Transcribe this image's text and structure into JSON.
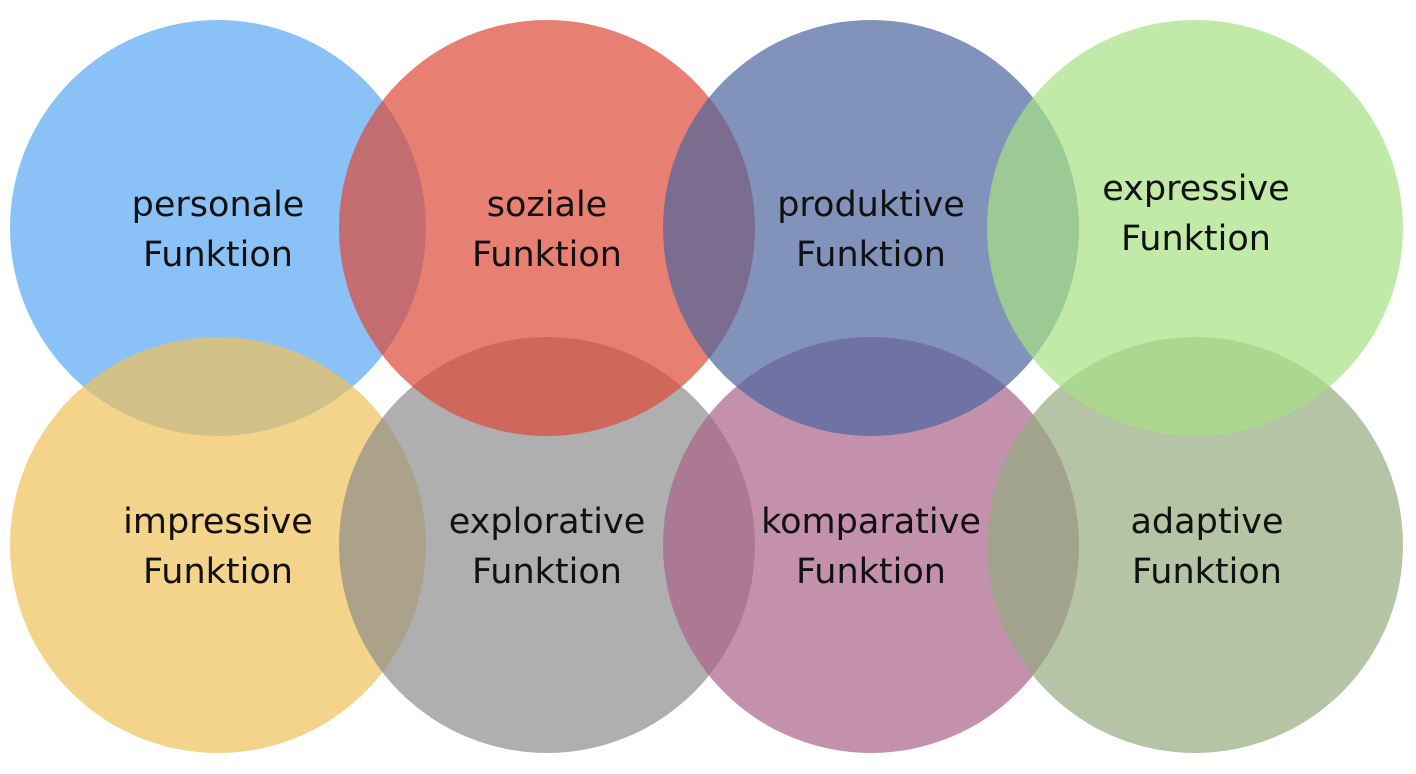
{
  "functions": [
    {
      "line1": "personale",
      "line2": "Funktion",
      "color": "#58A8F5"
    },
    {
      "line1": "soziale",
      "line2": "Funktion",
      "color": "#DD4836"
    },
    {
      "line1": "produktive",
      "line2": "Funktion",
      "color": "#4C659C"
    },
    {
      "line1": "expressive",
      "line2": "Funktion",
      "color": "#A6E184"
    },
    {
      "line1": "impressive",
      "line2": "Funktion",
      "color": "#EFC058"
    },
    {
      "line1": "explorative",
      "line2": "Funktion",
      "color": "#8D8D8D"
    },
    {
      "line1": "komparative",
      "line2": "Funktion",
      "color": "#AB638A"
    },
    {
      "line1": "adaptive",
      "line2": "Funktion",
      "color": "#94AB7D"
    }
  ]
}
